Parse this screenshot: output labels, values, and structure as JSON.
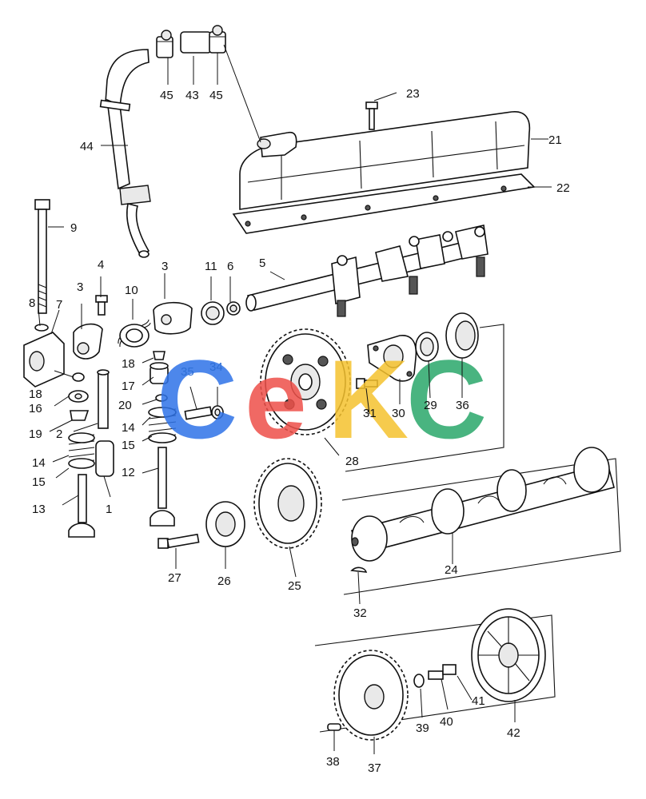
{
  "watermark": {
    "letters": [
      "C",
      "e",
      "K",
      "C"
    ],
    "colors": [
      "#2f73e8",
      "#ee5049",
      "#f5c22e",
      "#2aa86b"
    ]
  },
  "callouts": [
    {
      "id": "c1",
      "text": "1"
    },
    {
      "id": "c2",
      "text": "2"
    },
    {
      "id": "c3a",
      "text": "3"
    },
    {
      "id": "c3b",
      "text": "3"
    },
    {
      "id": "c4",
      "text": "4"
    },
    {
      "id": "c5",
      "text": "5"
    },
    {
      "id": "c6",
      "text": "6"
    },
    {
      "id": "c7",
      "text": "7"
    },
    {
      "id": "c8",
      "text": "8"
    },
    {
      "id": "c9",
      "text": "9"
    },
    {
      "id": "c10",
      "text": "10"
    },
    {
      "id": "c11",
      "text": "11"
    },
    {
      "id": "c12",
      "text": "12"
    },
    {
      "id": "c13",
      "text": "13"
    },
    {
      "id": "c14a",
      "text": "14"
    },
    {
      "id": "c14b",
      "text": "14"
    },
    {
      "id": "c15a",
      "text": "15"
    },
    {
      "id": "c15b",
      "text": "15"
    },
    {
      "id": "c16",
      "text": "16"
    },
    {
      "id": "c17",
      "text": "17"
    },
    {
      "id": "c18a",
      "text": "18"
    },
    {
      "id": "c18b",
      "text": "18"
    },
    {
      "id": "c19",
      "text": "19"
    },
    {
      "id": "c20",
      "text": "20"
    },
    {
      "id": "c21",
      "text": "21"
    },
    {
      "id": "c22",
      "text": "22"
    },
    {
      "id": "c23",
      "text": "23"
    },
    {
      "id": "c24",
      "text": "24"
    },
    {
      "id": "c25",
      "text": "25"
    },
    {
      "id": "c26",
      "text": "26"
    },
    {
      "id": "c27",
      "text": "27"
    },
    {
      "id": "c28",
      "text": "28"
    },
    {
      "id": "c29",
      "text": "29"
    },
    {
      "id": "c30",
      "text": "30"
    },
    {
      "id": "c31",
      "text": "31"
    },
    {
      "id": "c32",
      "text": "32"
    },
    {
      "id": "c34",
      "text": "34",
      "color": "blue"
    },
    {
      "id": "c35",
      "text": "35",
      "color": "blue"
    },
    {
      "id": "c36",
      "text": "36"
    },
    {
      "id": "c37",
      "text": "37"
    },
    {
      "id": "c38",
      "text": "38"
    },
    {
      "id": "c39",
      "text": "39"
    },
    {
      "id": "c40",
      "text": "40"
    },
    {
      "id": "c41",
      "text": "41"
    },
    {
      "id": "c42",
      "text": "42"
    },
    {
      "id": "c43",
      "text": "43"
    },
    {
      "id": "c44",
      "text": "44"
    },
    {
      "id": "c45a",
      "text": "45"
    },
    {
      "id": "c45b",
      "text": "45"
    }
  ]
}
